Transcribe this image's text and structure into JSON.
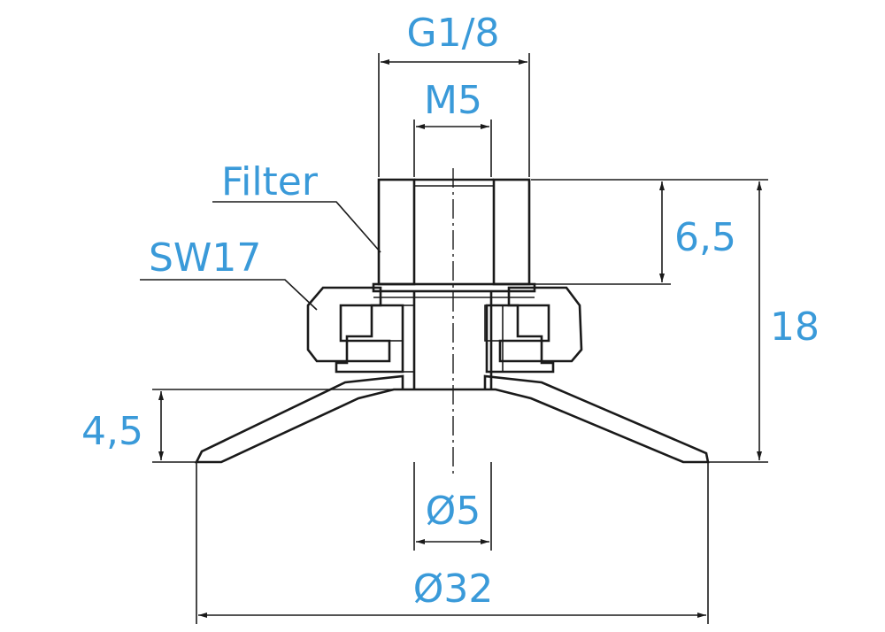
{
  "labels": {
    "thread_outer": "G1/8",
    "thread_inner": "M5",
    "filter": "Filter",
    "wrench_size": "SW17",
    "height_top": "6,5",
    "height_total": "18",
    "height_cup": "4,5",
    "bore_diameter": "Ø5",
    "cup_diameter": "Ø32"
  },
  "colors": {
    "dimension_text": "#3a9ad9",
    "outline": "#1a1a1a"
  }
}
